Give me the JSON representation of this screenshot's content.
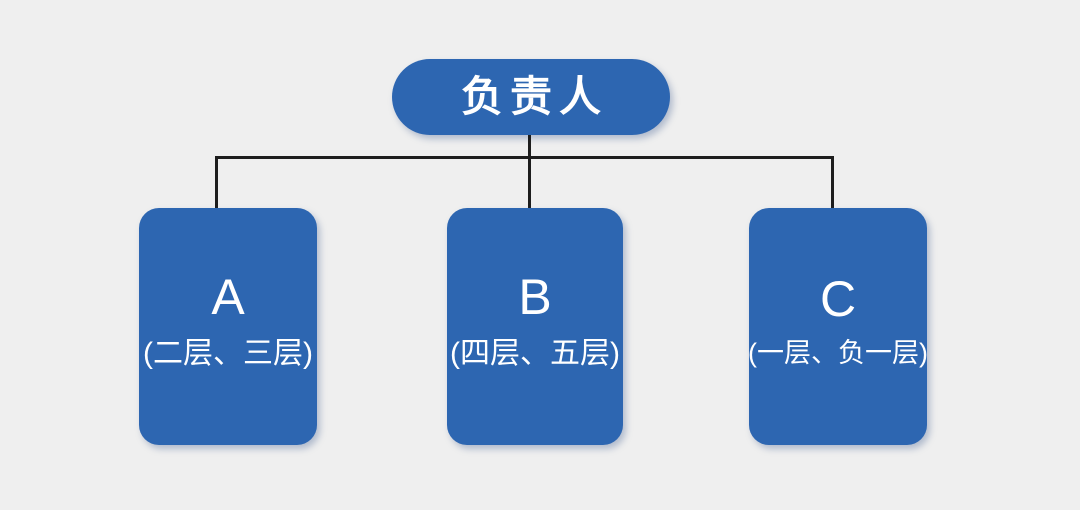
{
  "colors": {
    "background": "#efefef",
    "node_fill": "#2d66b1",
    "node_text": "#ffffff",
    "connector": "#1d1d1d"
  },
  "root": {
    "label": "负责人"
  },
  "boxes": [
    {
      "id": "A",
      "label": "A",
      "sublabel": "(二层、三层)"
    },
    {
      "id": "B",
      "label": "B",
      "sublabel": "(四层、五层)"
    },
    {
      "id": "C",
      "label": "C",
      "sublabel": "(一层、负一层)"
    }
  ]
}
